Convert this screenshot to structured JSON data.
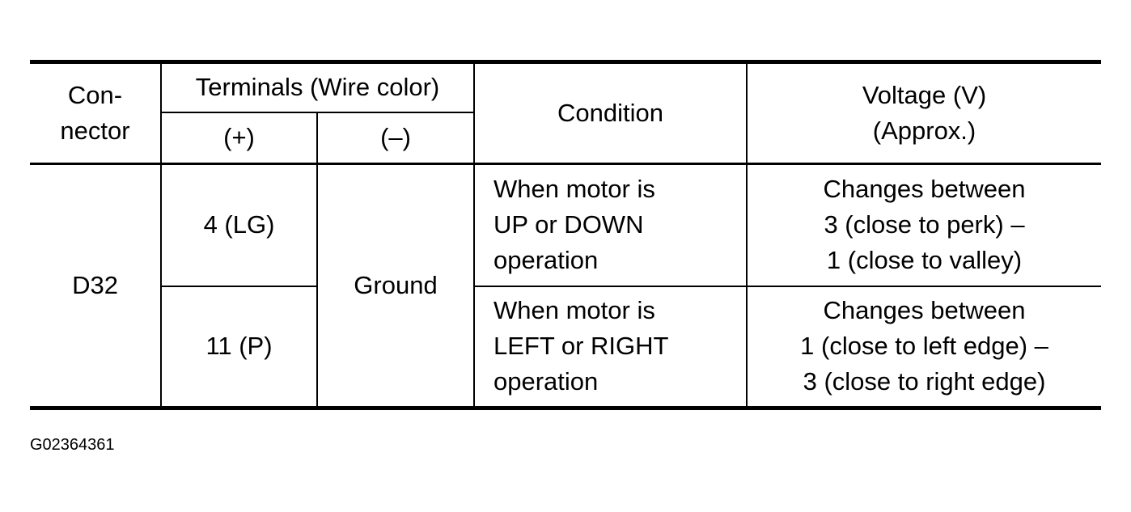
{
  "table": {
    "headers": {
      "connector": [
        "Con-",
        "nector"
      ],
      "terminals": "Terminals (Wire color)",
      "plus": "(+)",
      "minus": "(–)",
      "condition": "Condition",
      "voltage": [
        "Voltage (V)",
        "(Approx.)"
      ]
    },
    "connector": "D32",
    "ground": "Ground",
    "rows": [
      {
        "terminal": "4 (LG)",
        "condition": [
          "When motor is",
          "UP or DOWN",
          "operation"
        ],
        "voltage": [
          "Changes between",
          "3 (close to perk) –",
          "1 (close to valley)"
        ]
      },
      {
        "terminal": "11 (P)",
        "condition": [
          "When motor is",
          "LEFT or RIGHT",
          "operation"
        ],
        "voltage": [
          "Changes between",
          "1 (close to left edge) –",
          "3 (close to right edge)"
        ]
      }
    ]
  },
  "figure_id": "G02364361"
}
